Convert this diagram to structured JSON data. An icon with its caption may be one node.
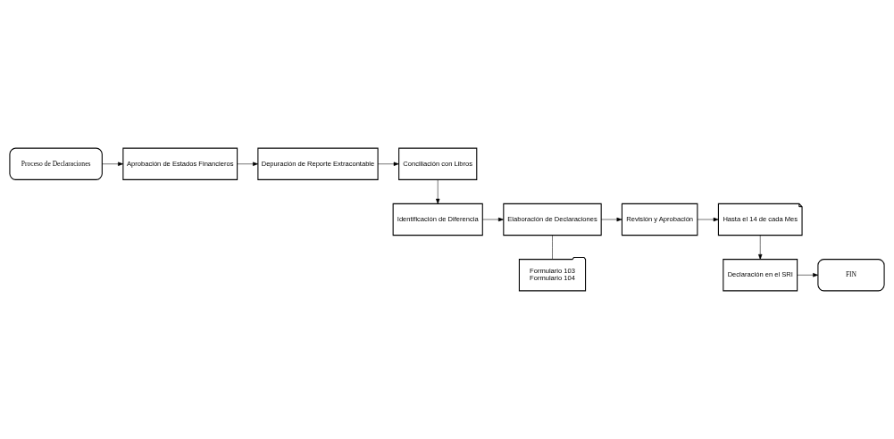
{
  "diagram": {
    "nodes": [
      {
        "text": [
          "Proceso de Declaraciones"
        ]
      },
      {
        "text": [
          "Aprobación de Estados Financieros"
        ]
      },
      {
        "text": [
          "Depuración de Reporte Extracontable"
        ]
      },
      {
        "text": [
          "Conciliación con Libros"
        ]
      },
      {
        "text": [
          "Identificación de Diferencia"
        ]
      },
      {
        "text": [
          "Elaboración de Declaraciones"
        ]
      },
      {
        "text": [
          "Revisión y Aprobación"
        ]
      },
      {
        "text": [
          "Hasta el 14 de cada Mes"
        ]
      },
      {
        "text": [
          "Declaración en el SRI"
        ]
      },
      {
        "text": [
          "FIN"
        ]
      },
      {
        "text": [
          "Formulario 103",
          "Formulario 104"
        ]
      }
    ],
    "edges": [
      {
        "from": 0,
        "to": 1,
        "arrow": "to"
      },
      {
        "from": 1,
        "to": 2,
        "arrow": "to"
      },
      {
        "from": 2,
        "to": 3,
        "arrow": "to"
      },
      {
        "from": 3,
        "to": 4,
        "arrow": "to"
      },
      {
        "from": 4,
        "to": 5,
        "arrow": "to"
      },
      {
        "from": 5,
        "to": 6,
        "arrow": "to"
      },
      {
        "from": 6,
        "to": 7,
        "arrow": "to"
      },
      {
        "from": 7,
        "to": 8,
        "arrow": "to"
      },
      {
        "from": 8,
        "to": 9,
        "arrow": "to"
      },
      {
        "from": 5,
        "to": 10,
        "arrow": "none"
      }
    ]
  }
}
